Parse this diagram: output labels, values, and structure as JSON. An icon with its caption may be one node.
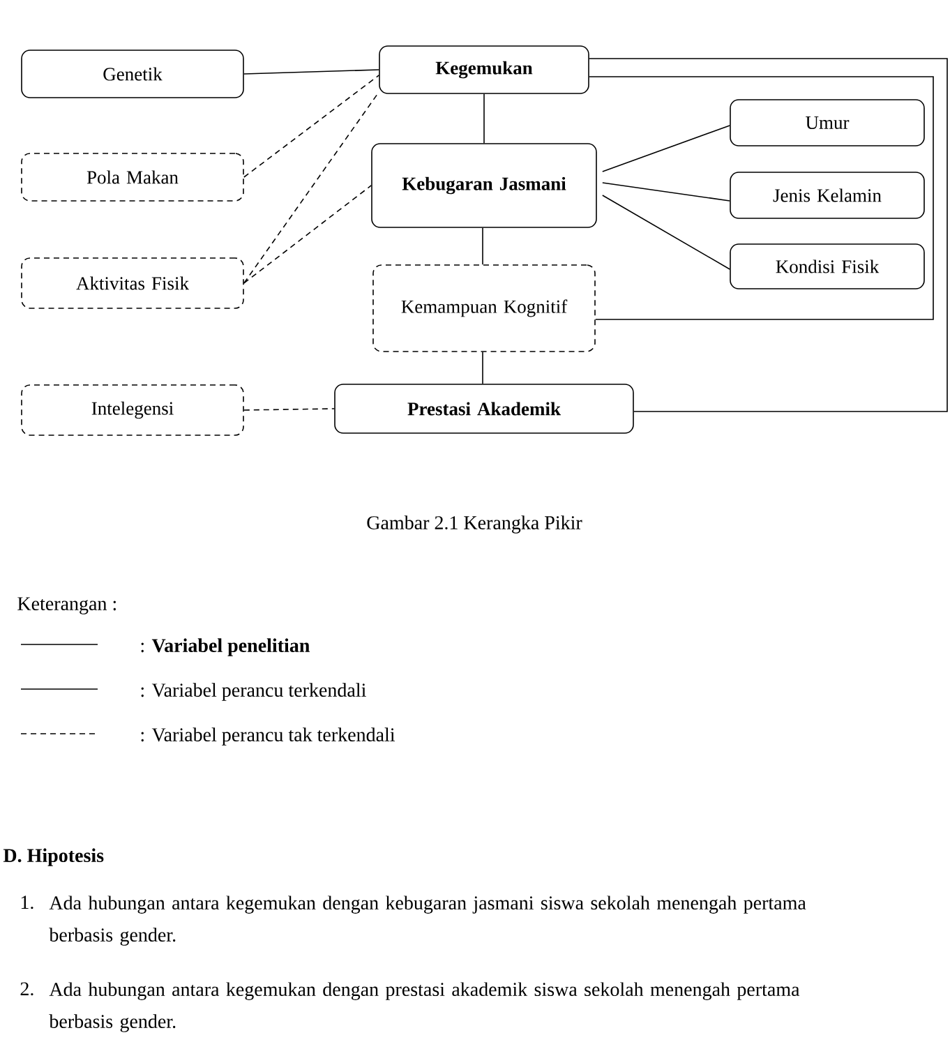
{
  "diagram": {
    "caption": "Gambar 2.1 Kerangka Pikir",
    "nodes": [
      {
        "text": [
          "Genetik"
        ]
      },
      {
        "text": [
          "Kegemukan"
        ]
      },
      {
        "text": [
          "Pola Makan"
        ]
      },
      {
        "text": [
          "Kebugaran Jasmani"
        ]
      },
      {
        "text": [
          "Umur"
        ]
      },
      {
        "text": [
          "Jenis Kelamin"
        ]
      },
      {
        "text": [
          "Kondisi Fisik"
        ]
      },
      {
        "text": [
          "Aktivitas Fisik"
        ]
      },
      {
        "text": [
          "Kemampuan Kognitif"
        ]
      },
      {
        "text": [
          "Intelegensi"
        ]
      },
      {
        "text": [
          "Prestasi Akademik"
        ]
      }
    ],
    "edges": [
      {
        "from": 0,
        "to": 1,
        "arrow": "none"
      },
      {
        "from": 2,
        "to": 1,
        "arrow": "none",
        "style": "dashed"
      },
      {
        "from": 7,
        "to": 1,
        "arrow": "none",
        "style": "dashed"
      },
      {
        "from": 7,
        "to": 3,
        "arrow": "none",
        "style": "dashed"
      },
      {
        "from": 1,
        "to": 3,
        "arrow": "none"
      },
      {
        "from": 3,
        "to": 4,
        "arrow": "none"
      },
      {
        "from": 3,
        "to": 5,
        "arrow": "none"
      },
      {
        "from": 3,
        "to": 6,
        "arrow": "none"
      },
      {
        "from": 3,
        "to": 8,
        "arrow": "none"
      },
      {
        "from": 8,
        "to": 10,
        "arrow": "none"
      },
      {
        "from": 9,
        "to": 10,
        "arrow": "none",
        "style": "dashed"
      },
      {
        "from": 1,
        "to": 10,
        "arrow": "none"
      },
      {
        "from": 1,
        "to": 8,
        "arrow": "none"
      }
    ],
    "labels": [
      "Keterangan :",
      "D. Hipotesis",
      "1.",
      "Ada hubungan antara kegemukan dengan kebugaran jasmani siswa sekolah menengah pertama berbasis gender.",
      "2.",
      "Ada hubungan antara kegemukan dengan prestasi akademik siswa sekolah menengah pertama berbasis gender."
    ],
    "legend": [
      {
        "text": ": **Variabel penelitian**"
      },
      {
        "text": ": Variabel perancu terkendali"
      },
      {
        "text": ": Variabel perancu tak terkendali"
      }
    ]
  }
}
